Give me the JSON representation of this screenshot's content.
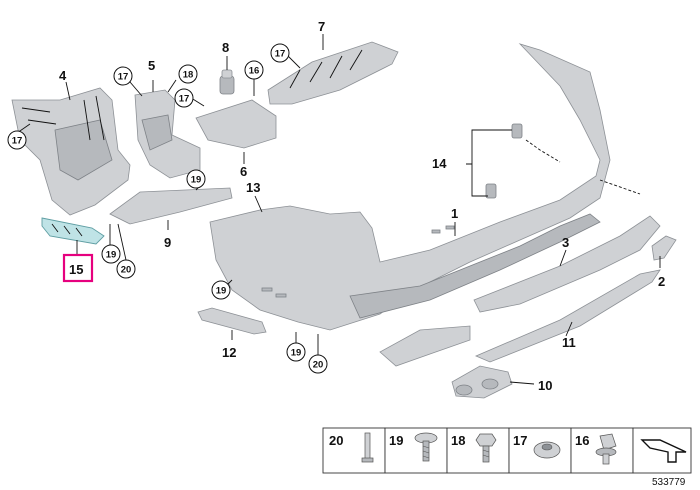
{
  "diagram_id": "533779",
  "callouts": {
    "p1": "1",
    "p2": "2",
    "p3": "3",
    "p4": "4",
    "p5": "5",
    "p6": "6",
    "p7": "7",
    "p8": "8",
    "p9": "9",
    "p10": "10",
    "p11": "11",
    "p12": "12",
    "p13": "13",
    "p14": "14",
    "p15": "15",
    "p16": "16",
    "p17": "17",
    "p18": "18",
    "p19": "19",
    "p20": "20"
  },
  "legend": [
    "20",
    "19",
    "18",
    "17",
    "16"
  ],
  "highlight_color": "#e6007e"
}
